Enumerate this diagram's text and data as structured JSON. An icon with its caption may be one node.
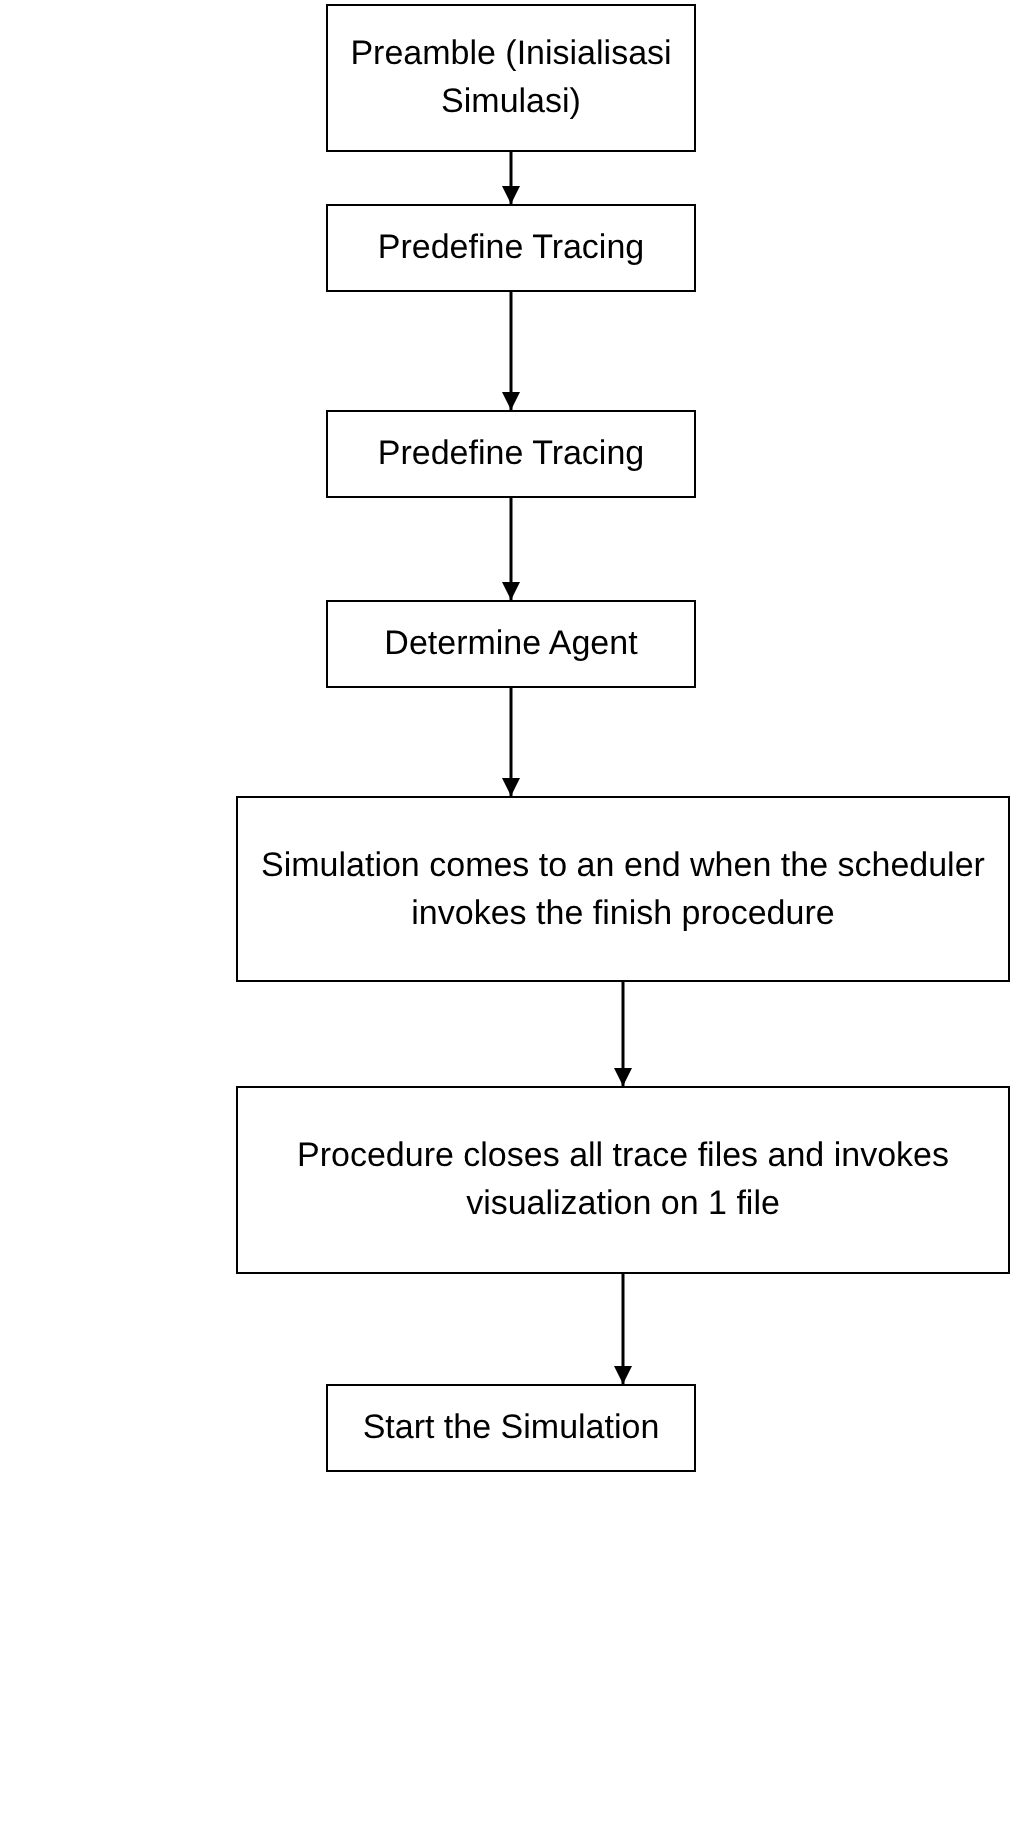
{
  "diagram": {
    "nodes": [
      {
        "text": [
          "Preamble (Inisialisasi Simulasi)"
        ]
      },
      {
        "text": [
          "Predefine Tracing"
        ]
      },
      {
        "text": [
          "Predefine Tracing"
        ]
      },
      {
        "text": [
          "Determine Agent"
        ]
      },
      {
        "text": [
          "Simulation comes to an end when the scheduler invokes the finish procedure"
        ]
      },
      {
        "text": [
          "Procedure closes all trace files and invokes visualization on 1 file"
        ]
      },
      {
        "text": [
          "Start the Simulation"
        ]
      }
    ],
    "edges": [
      {
        "from": 0,
        "to": 1,
        "arrow": "to"
      },
      {
        "from": 1,
        "to": 2,
        "arrow": "to"
      },
      {
        "from": 2,
        "to": 3,
        "arrow": "to"
      },
      {
        "from": 3,
        "to": 4,
        "arrow": "to"
      },
      {
        "from": 4,
        "to": 5,
        "arrow": "to"
      },
      {
        "from": 5,
        "to": 6,
        "arrow": "to"
      }
    ]
  }
}
